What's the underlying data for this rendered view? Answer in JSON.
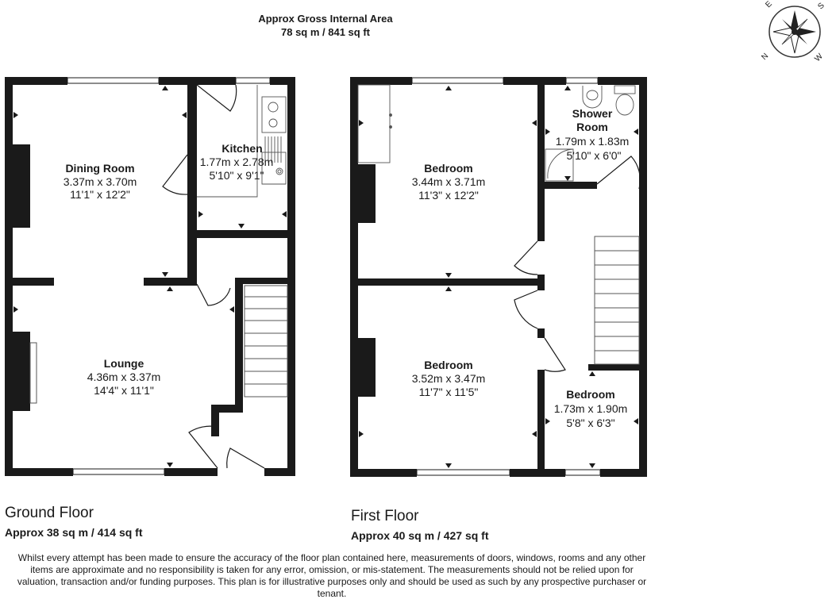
{
  "header": {
    "area_title": "Approx Gross Internal Area",
    "area_value": "78 sq m / 841 sq ft"
  },
  "compass": {
    "labels": {
      "north": "N",
      "south": "S",
      "east": "E",
      "west": "W"
    }
  },
  "ground_floor": {
    "title": "Ground Floor",
    "area": "Approx 38 sq m / 414 sq ft",
    "rooms": {
      "dining": {
        "name": "Dining Room",
        "metric": "3.37m x 3.70m",
        "imperial": "11'1\" x 12'2\""
      },
      "kitchen": {
        "name": "Kitchen",
        "metric": "1.77m x 2.78m",
        "imperial": "5'10\" x 9'1\""
      },
      "lounge": {
        "name": "Lounge",
        "metric": "4.36m x 3.37m",
        "imperial": "14'4\" x 11'1\""
      }
    }
  },
  "first_floor": {
    "title": "First Floor",
    "area": "Approx 40 sq m / 427 sq ft",
    "rooms": {
      "bedroom1": {
        "name": "Bedroom",
        "metric": "3.44m x 3.71m",
        "imperial": "11'3\" x 12'2\""
      },
      "shower": {
        "name1": "Shower",
        "name2": "Room",
        "metric": "1.79m x 1.83m",
        "imperial": "5'10\" x 6'0\""
      },
      "bedroom2": {
        "name": "Bedroom",
        "metric": "3.52m x 3.47m",
        "imperial": "11'7\" x 11'5\""
      },
      "bedroom3": {
        "name": "Bedroom",
        "metric": "1.73m x 1.90m",
        "imperial": "5'8\" x 6'3\""
      }
    }
  },
  "disclaimer": "Whilst every attempt has been made to ensure the accuracy of the floor plan contained here, measurements of doors, windows, rooms and any other items are approximate and no responsibility is taken for any error, omission, or mis-statement. The measurements should not be relied upon for valuation, transaction and/or funding purposes. This plan is for illustrative purposes only and should be used as such by any prospective purchaser or tenant."
}
